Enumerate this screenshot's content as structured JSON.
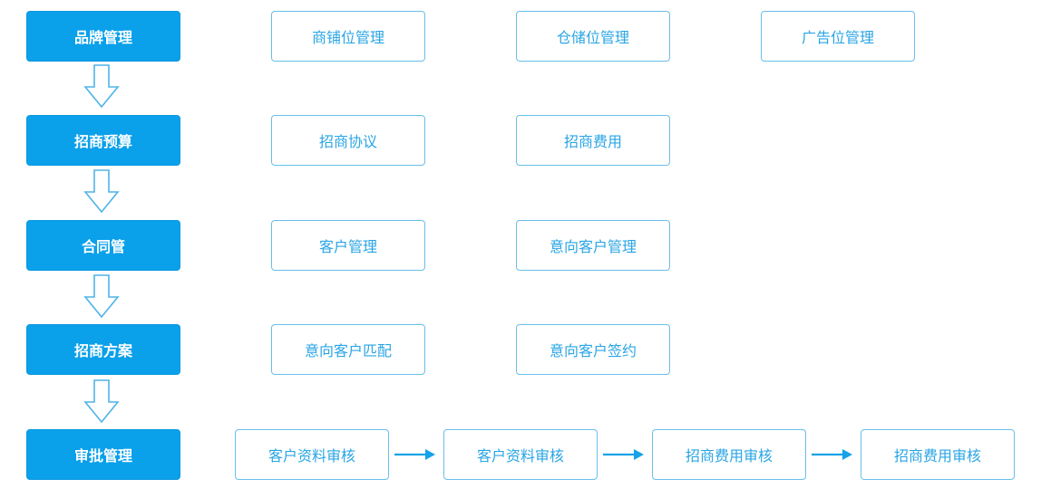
{
  "colors": {
    "primary_fill": "#0aa0ea",
    "secondary_border": "#69bfea",
    "secondary_text": "#2aa5e4",
    "arrow": "#4fb4e8"
  },
  "rows": [
    {
      "main": "品牌管理",
      "items": [
        "商铺位管理",
        "仓储位管理",
        "广告位管理"
      ]
    },
    {
      "main": "招商预算",
      "items": [
        "招商协议",
        "招商费用"
      ]
    },
    {
      "main": "合同管",
      "items": [
        "客户管理",
        "意向客户管理"
      ]
    },
    {
      "main": "招商方案",
      "items": [
        "意向客户匹配",
        "意向客户签约"
      ]
    },
    {
      "main": "审批管理",
      "items": [
        "客户资料审核",
        "客户资料审核",
        "招商费用审核",
        "招商费用审核"
      ]
    }
  ]
}
